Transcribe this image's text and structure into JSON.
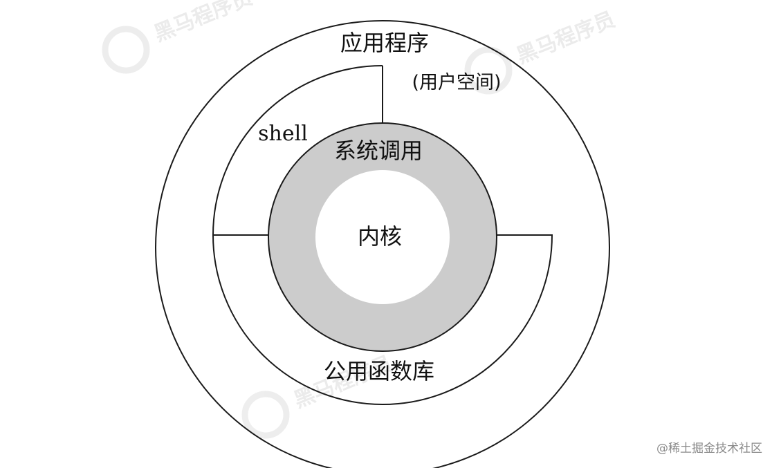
{
  "diagram": {
    "application_label": "应用程序",
    "user_space_label": "(用户空间)",
    "shell_label": "shell",
    "syscall_label": "系统调用",
    "kernel_label": "内核",
    "library_label": "公用函数库"
  },
  "watermark": {
    "brand_text": "黑马程序员"
  },
  "footer": {
    "credit": "@稀土掘金技术社区"
  },
  "colors": {
    "syscall_ring": "#cccccc",
    "line": "#1a1a1a",
    "background": "#ffffff",
    "watermark": "#e9e9e9"
  }
}
